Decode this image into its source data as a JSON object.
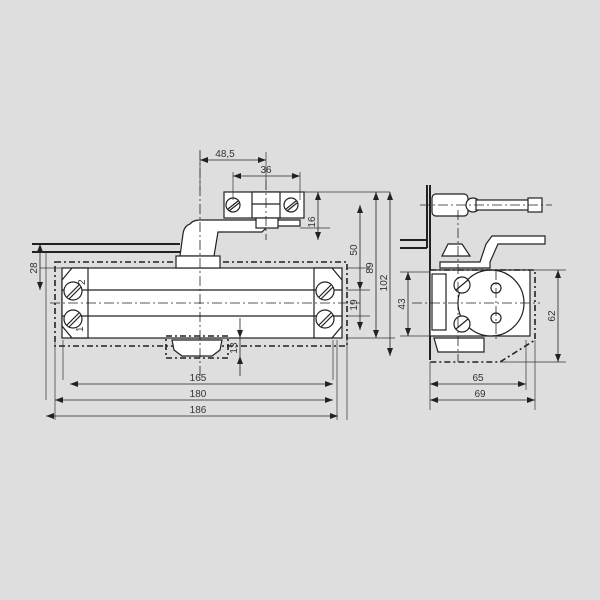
{
  "drawing": {
    "title": "Door closer dimensional drawing",
    "background": "#dedede",
    "line_color": "#222222",
    "front_view": {
      "arm_dimensions": {
        "arm_offset": "48,5",
        "arm_shoe_width": "36",
        "arm_shoe_height": "16"
      },
      "vertical_dimensions": {
        "top_to_axis": "28",
        "arm_height": "50",
        "body_height": "89",
        "total_height": "102",
        "screw_spacing": "19",
        "base_depth": "13"
      },
      "horizontal_dimensions": {
        "screw_span": "165",
        "body_length": "180",
        "total_length": "186"
      },
      "screw_labels": {
        "upper": "2",
        "lower": "1"
      }
    },
    "side_view": {
      "dimensions": {
        "screw_spacing": "43",
        "height": "62",
        "depth_inner": "65",
        "depth_total": "69"
      }
    }
  }
}
